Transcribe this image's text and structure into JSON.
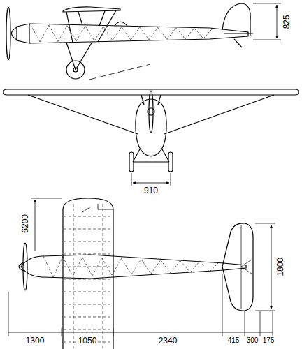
{
  "diagram": {
    "labels": [
      "825",
      "910",
      "6200",
      "1800",
      "1300",
      "1050",
      "2340",
      "415",
      "300",
      "175"
    ]
  }
}
